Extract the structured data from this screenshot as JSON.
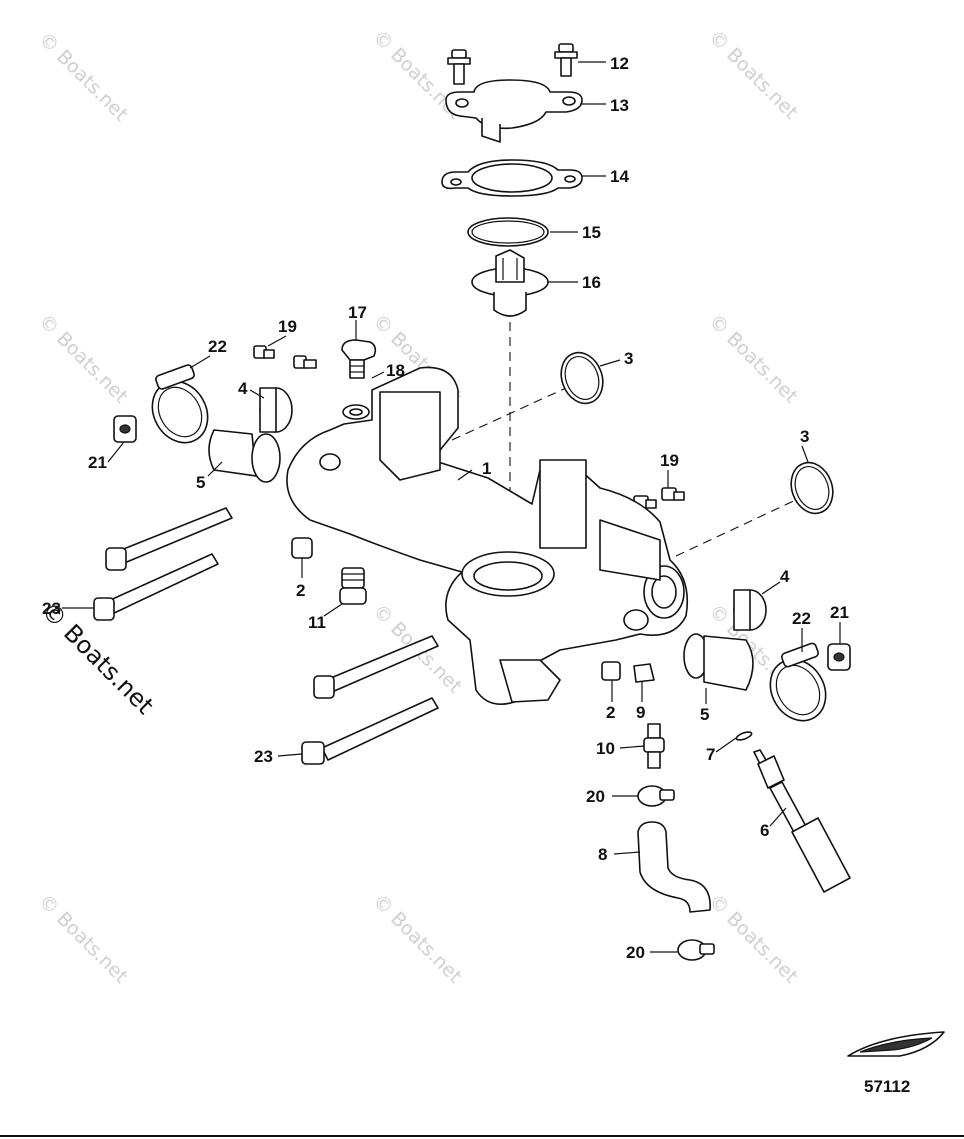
{
  "watermark": {
    "text": "© Boats.net"
  },
  "diagram_id": "57112",
  "callouts": {
    "c1": "1",
    "c2": "2",
    "c3": "3",
    "c4": "4",
    "c5": "5",
    "c6": "6",
    "c7": "7",
    "c8": "8",
    "c9": "9",
    "c10": "10",
    "c11": "11",
    "c12": "12",
    "c13": "13",
    "c14": "14",
    "c15": "15",
    "c16": "16",
    "c17": "17",
    "c18": "18",
    "c19": "19",
    "c20": "20",
    "c21": "21",
    "c22": "22",
    "c23": "23"
  }
}
